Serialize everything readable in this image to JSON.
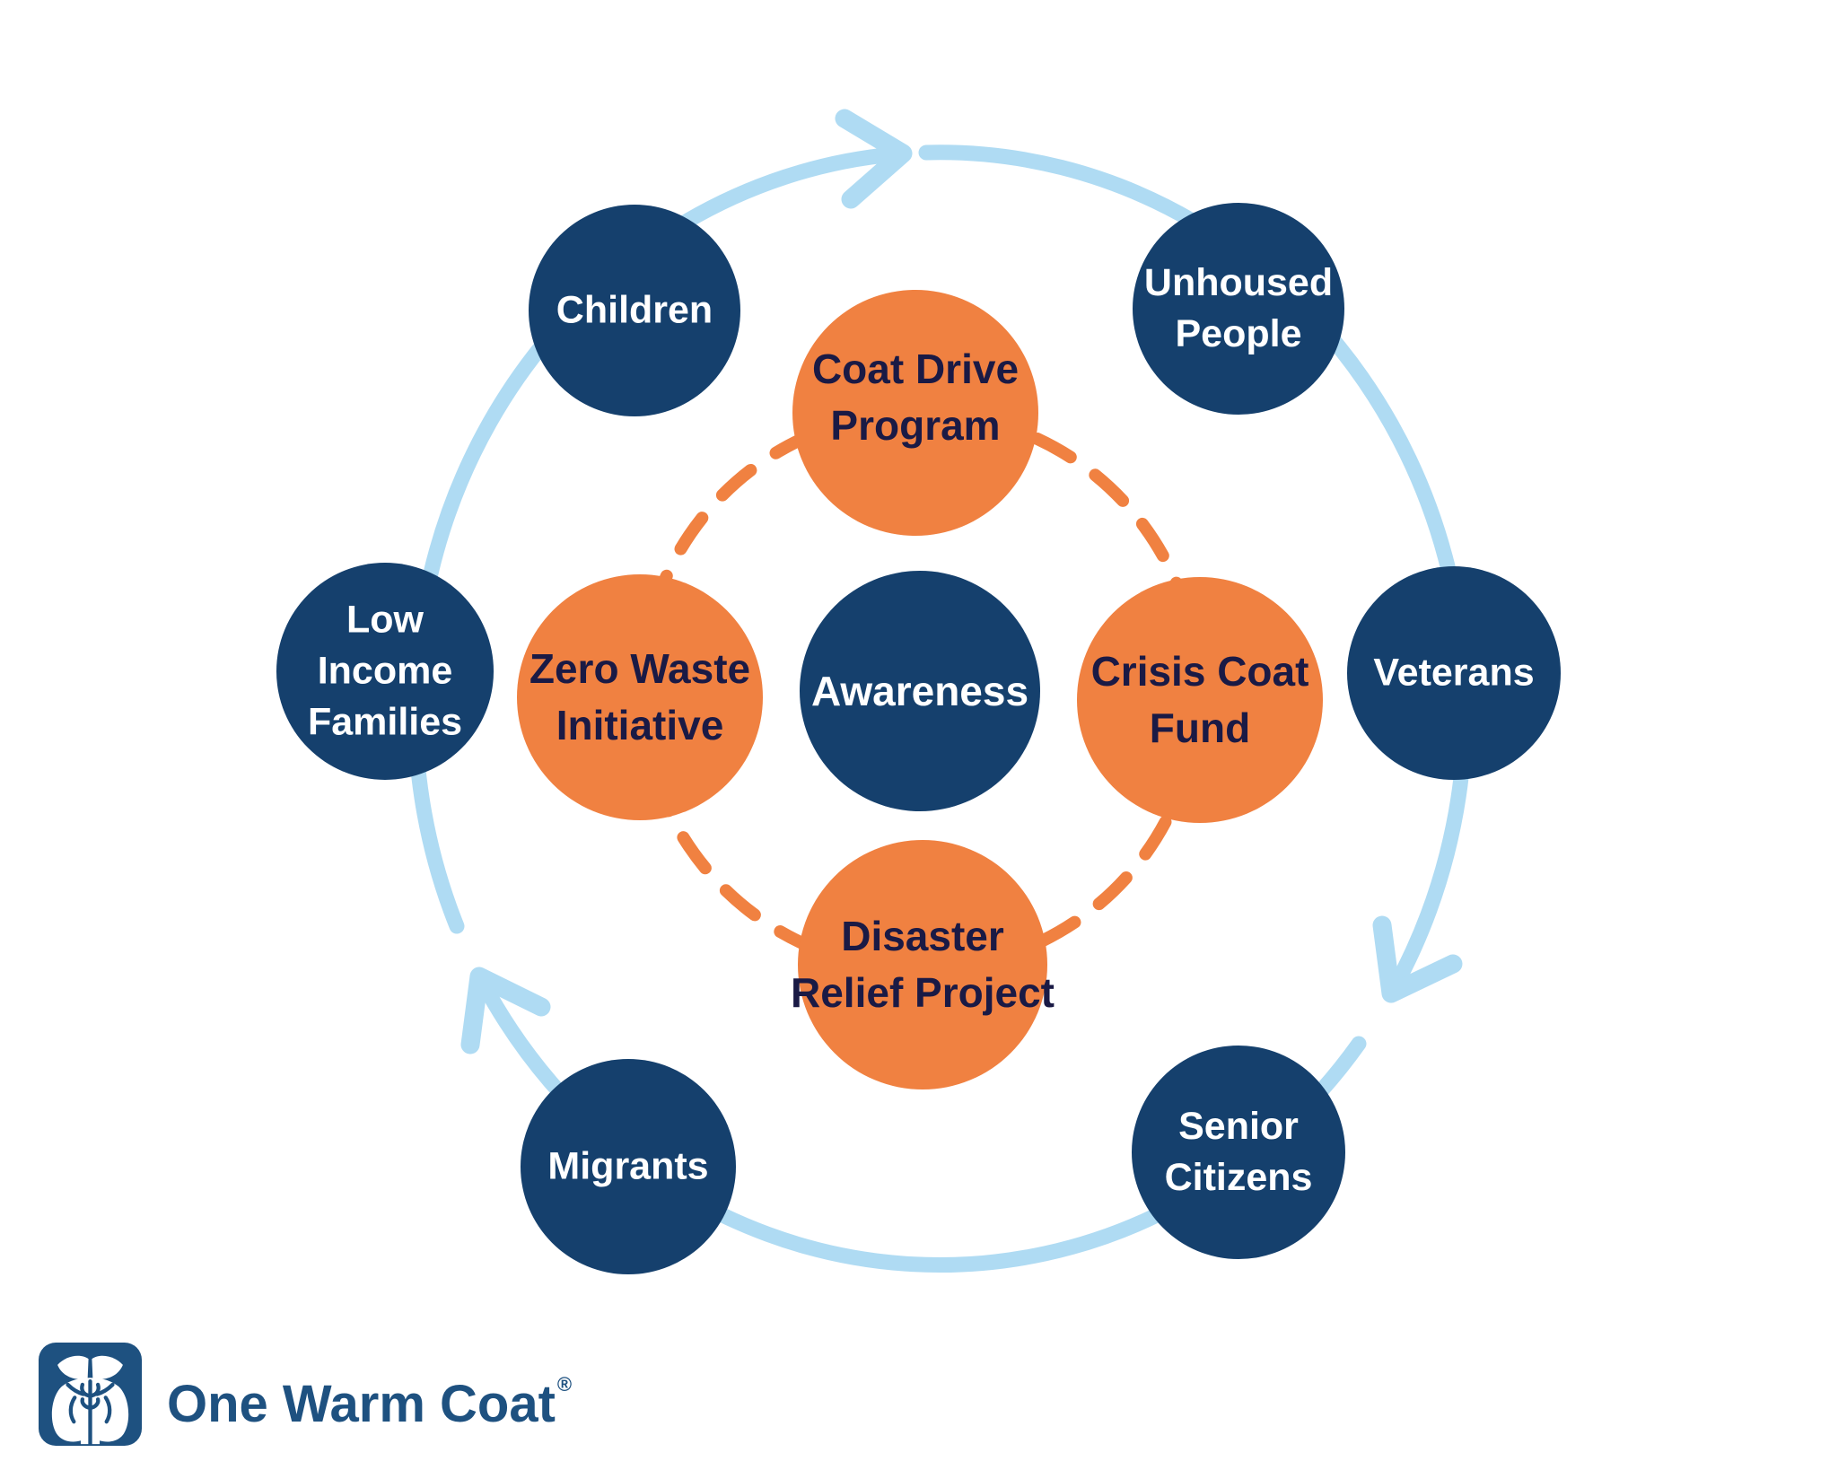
{
  "diagram": {
    "title_hint": "One Warm Coat program cycle",
    "center": {
      "label": "Awareness"
    },
    "programs": [
      {
        "id": "coat-drive-program",
        "lines": [
          "Coat Drive",
          "Program"
        ]
      },
      {
        "id": "zero-waste-initiative",
        "lines": [
          "Zero Waste",
          "Initiative"
        ]
      },
      {
        "id": "crisis-coat-fund",
        "lines": [
          "Crisis Coat",
          "Fund"
        ]
      },
      {
        "id": "disaster-relief-project",
        "lines": [
          "Disaster",
          "Relief Project"
        ]
      }
    ],
    "audiences": [
      {
        "id": "children",
        "lines": [
          "Children"
        ]
      },
      {
        "id": "unhoused-people",
        "lines": [
          "Unhoused",
          "People"
        ]
      },
      {
        "id": "low-income-families",
        "lines": [
          "Low",
          "Income",
          "Families"
        ]
      },
      {
        "id": "veterans",
        "lines": [
          "Veterans"
        ]
      },
      {
        "id": "migrants",
        "lines": [
          "Migrants"
        ]
      },
      {
        "id": "senior-citizens",
        "lines": [
          "Senior",
          "Citizens"
        ]
      }
    ],
    "colors": {
      "navy_circle": "#15406D",
      "orange_circle": "#F08141",
      "cycle_arrow_blue": "#AFDBF3",
      "orange_text": "#1A1A45",
      "logo_blue": "#1E5180"
    }
  },
  "logo": {
    "name": "One Warm Coat",
    "registered_mark": "®"
  }
}
